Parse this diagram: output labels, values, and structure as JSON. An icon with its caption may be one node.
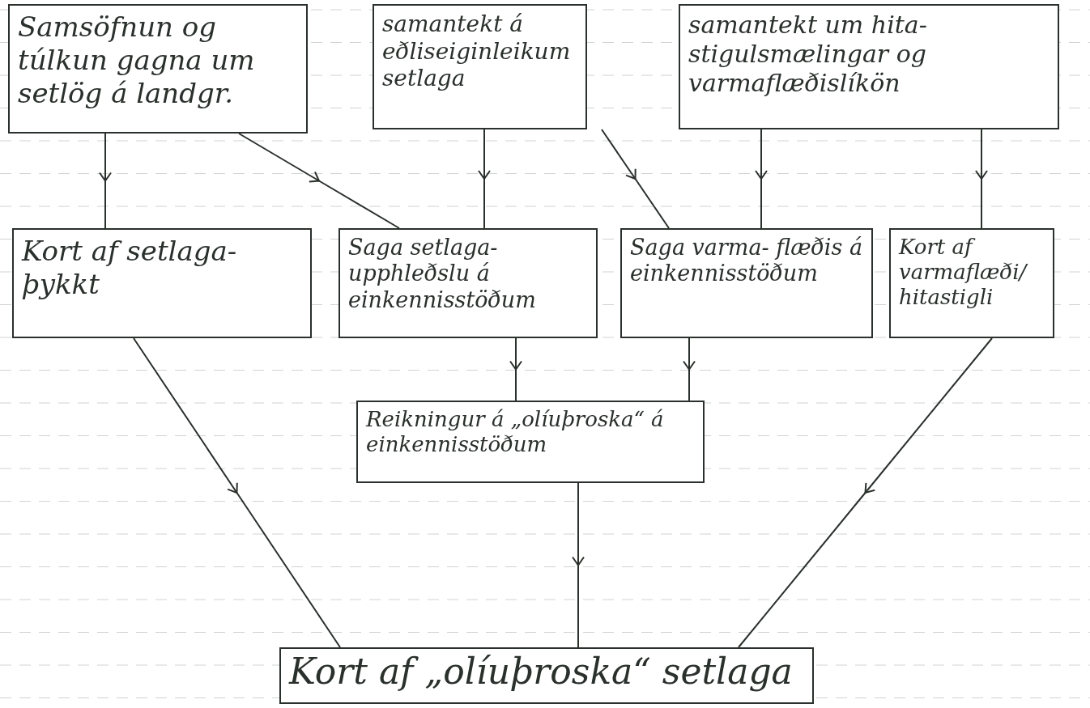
{
  "diagram": {
    "nodes": [
      {
        "text": [
          "Samsöfnun og túlkun gagna um setlög á landgr."
        ]
      },
      {
        "text": [
          "samantekt á eðliseiginleikum setlaga"
        ]
      },
      {
        "text": [
          "samantekt um hita- stigulsmælingar og varmaflæðislíkön"
        ]
      },
      {
        "text": [
          "Kort af setlaga- þykkt"
        ]
      },
      {
        "text": [
          "Saga setlaga- upphleðslu á einkennisstöðum"
        ]
      },
      {
        "text": [
          "Saga varma- flæðis á einkennisstöðum"
        ]
      },
      {
        "text": [
          "Kort af varmaflæði/ hitastigli"
        ]
      },
      {
        "text": [
          "Reikningur á „olíuþroska“ á einkennisstöðum"
        ]
      },
      {
        "text": [
          "Kort af „olíuþroska“ setlaga"
        ]
      }
    ],
    "edges": [
      {
        "from": 0,
        "to": 3,
        "arrow": "to"
      },
      {
        "from": 0,
        "to": 4,
        "arrow": "to"
      },
      {
        "from": 1,
        "to": 4,
        "arrow": "to"
      },
      {
        "from": 1,
        "to": 5,
        "arrow": "to"
      },
      {
        "from": 2,
        "to": 5,
        "arrow": "to"
      },
      {
        "from": 2,
        "to": 6,
        "arrow": "to"
      },
      {
        "from": 4,
        "to": 7,
        "arrow": "to"
      },
      {
        "from": 5,
        "to": 7,
        "arrow": "to"
      },
      {
        "from": 3,
        "to": 8,
        "arrow": "to"
      },
      {
        "from": 7,
        "to": 8,
        "arrow": "to"
      },
      {
        "from": 6,
        "to": 8,
        "arrow": "to"
      }
    ]
  }
}
